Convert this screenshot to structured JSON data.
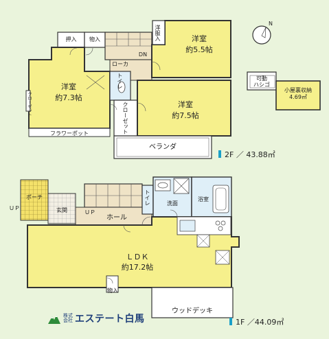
{
  "floor2": {
    "rooms": {
      "western_a": {
        "name": "洋室",
        "size": "約5.5帖"
      },
      "western_b": {
        "name": "洋室",
        "size": "約7.3帖"
      },
      "western_c": {
        "name": "洋室",
        "size": "約7.5帖"
      }
    },
    "oshiire": "押入",
    "monoire": "物入",
    "yofukuire": "洋服入",
    "down": "DN",
    "loft": "ローカ",
    "toilet": "トイレ",
    "closet": "クローゼット",
    "closet_small": "クローゼット",
    "flower_pot": "フラワーポット",
    "veranda": "ベランダ",
    "area_label": "2F ／ 43.88㎡"
  },
  "attic": {
    "ladder_line1": "可動",
    "ladder_line2": "ハシゴ",
    "storage_line1": "小屋裏収納",
    "storage_line2": "4.69㎡"
  },
  "floor1": {
    "ldk_name": "ＬＤＫ",
    "ldk_size": "約17.2帖",
    "up_outside": "ＵＰ",
    "up_stairs": "ＵＰ",
    "porch": "ポーチ",
    "entrance": "玄関",
    "hall": "ホール",
    "toilet": "トイレ",
    "washroom": "洗面",
    "bathroom": "浴室",
    "monoire": "物入",
    "wood_deck": "ウッドデッキ",
    "area_label": "1F ／44.09㎡"
  },
  "brand": {
    "small_line": "株式会社",
    "name": "エステート白馬"
  },
  "compass": {
    "north": "N"
  },
  "colors": {
    "background": "#eaf4dc",
    "room_yellow": "#f6f08c",
    "corridor": "#efe3c6",
    "water_blue": "#dfeff8",
    "white_floor": "#ffffff",
    "porch_yellow": "#f4e16a",
    "accent_blue": "#1aa0c8",
    "brand_navy": "#1f3f7a"
  }
}
